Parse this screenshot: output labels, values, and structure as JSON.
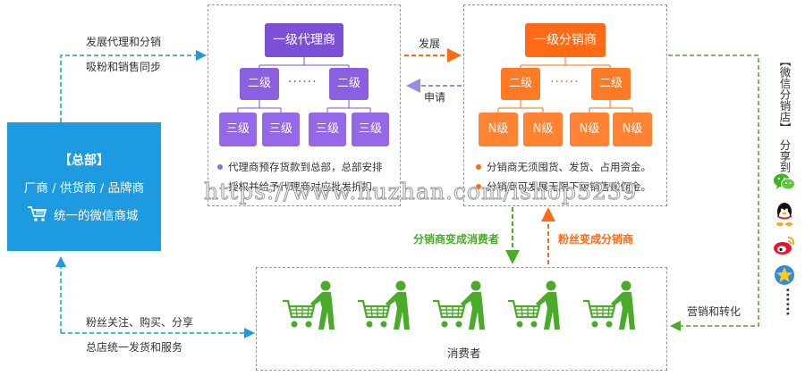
{
  "hq": {
    "title": "【总部】",
    "line1": "厂商 / 供货商 / 品牌商",
    "line2": "统一的微信商城"
  },
  "agent": {
    "level1": "一级代理商",
    "level2": [
      "二级",
      "二级"
    ],
    "level3": [
      "三级",
      "三级",
      "三级",
      "三级"
    ],
    "bullet1": "代理商预存货款到总部，总部安排",
    "bullet2": "授权并给予代理商对应批发折扣。"
  },
  "dist": {
    "level1": "一级分销商",
    "level2": [
      "二级",
      "二级"
    ],
    "level3": [
      "N级",
      "N级",
      "N级",
      "N级"
    ],
    "bullet1": "分销商无须囤货、发货、占用资金。",
    "bullet2": "分销商可发展无限下级销售赚佣金。"
  },
  "labels": {
    "hq_to_agent_1": "发展代理和分销",
    "hq_to_agent_2": "吸粉和销售同步",
    "develop": "发展",
    "apply": "申请",
    "dist_to_consumer": "分销商变成消费者",
    "fan_to_dist": "粉丝变成分销商",
    "marketing": "营销和转化",
    "consumer_1": "粉丝关注、购买、分享",
    "consumer_2": "总店统一发货和服务",
    "consumer_box": "消费者"
  },
  "share": {
    "title": "【微信分销店】",
    "sub": "分享到",
    "more": "······"
  },
  "icons": [
    "wechat-icon",
    "qq-icon",
    "weibo-icon",
    "qzone-icon"
  ],
  "watermark": "https://www.huzhan.com/ishop5239",
  "colors": {
    "purple": "#7b4fd6",
    "orange": "#ff6a16",
    "blue": "#1d9ae0",
    "green": "#4aab2a"
  }
}
